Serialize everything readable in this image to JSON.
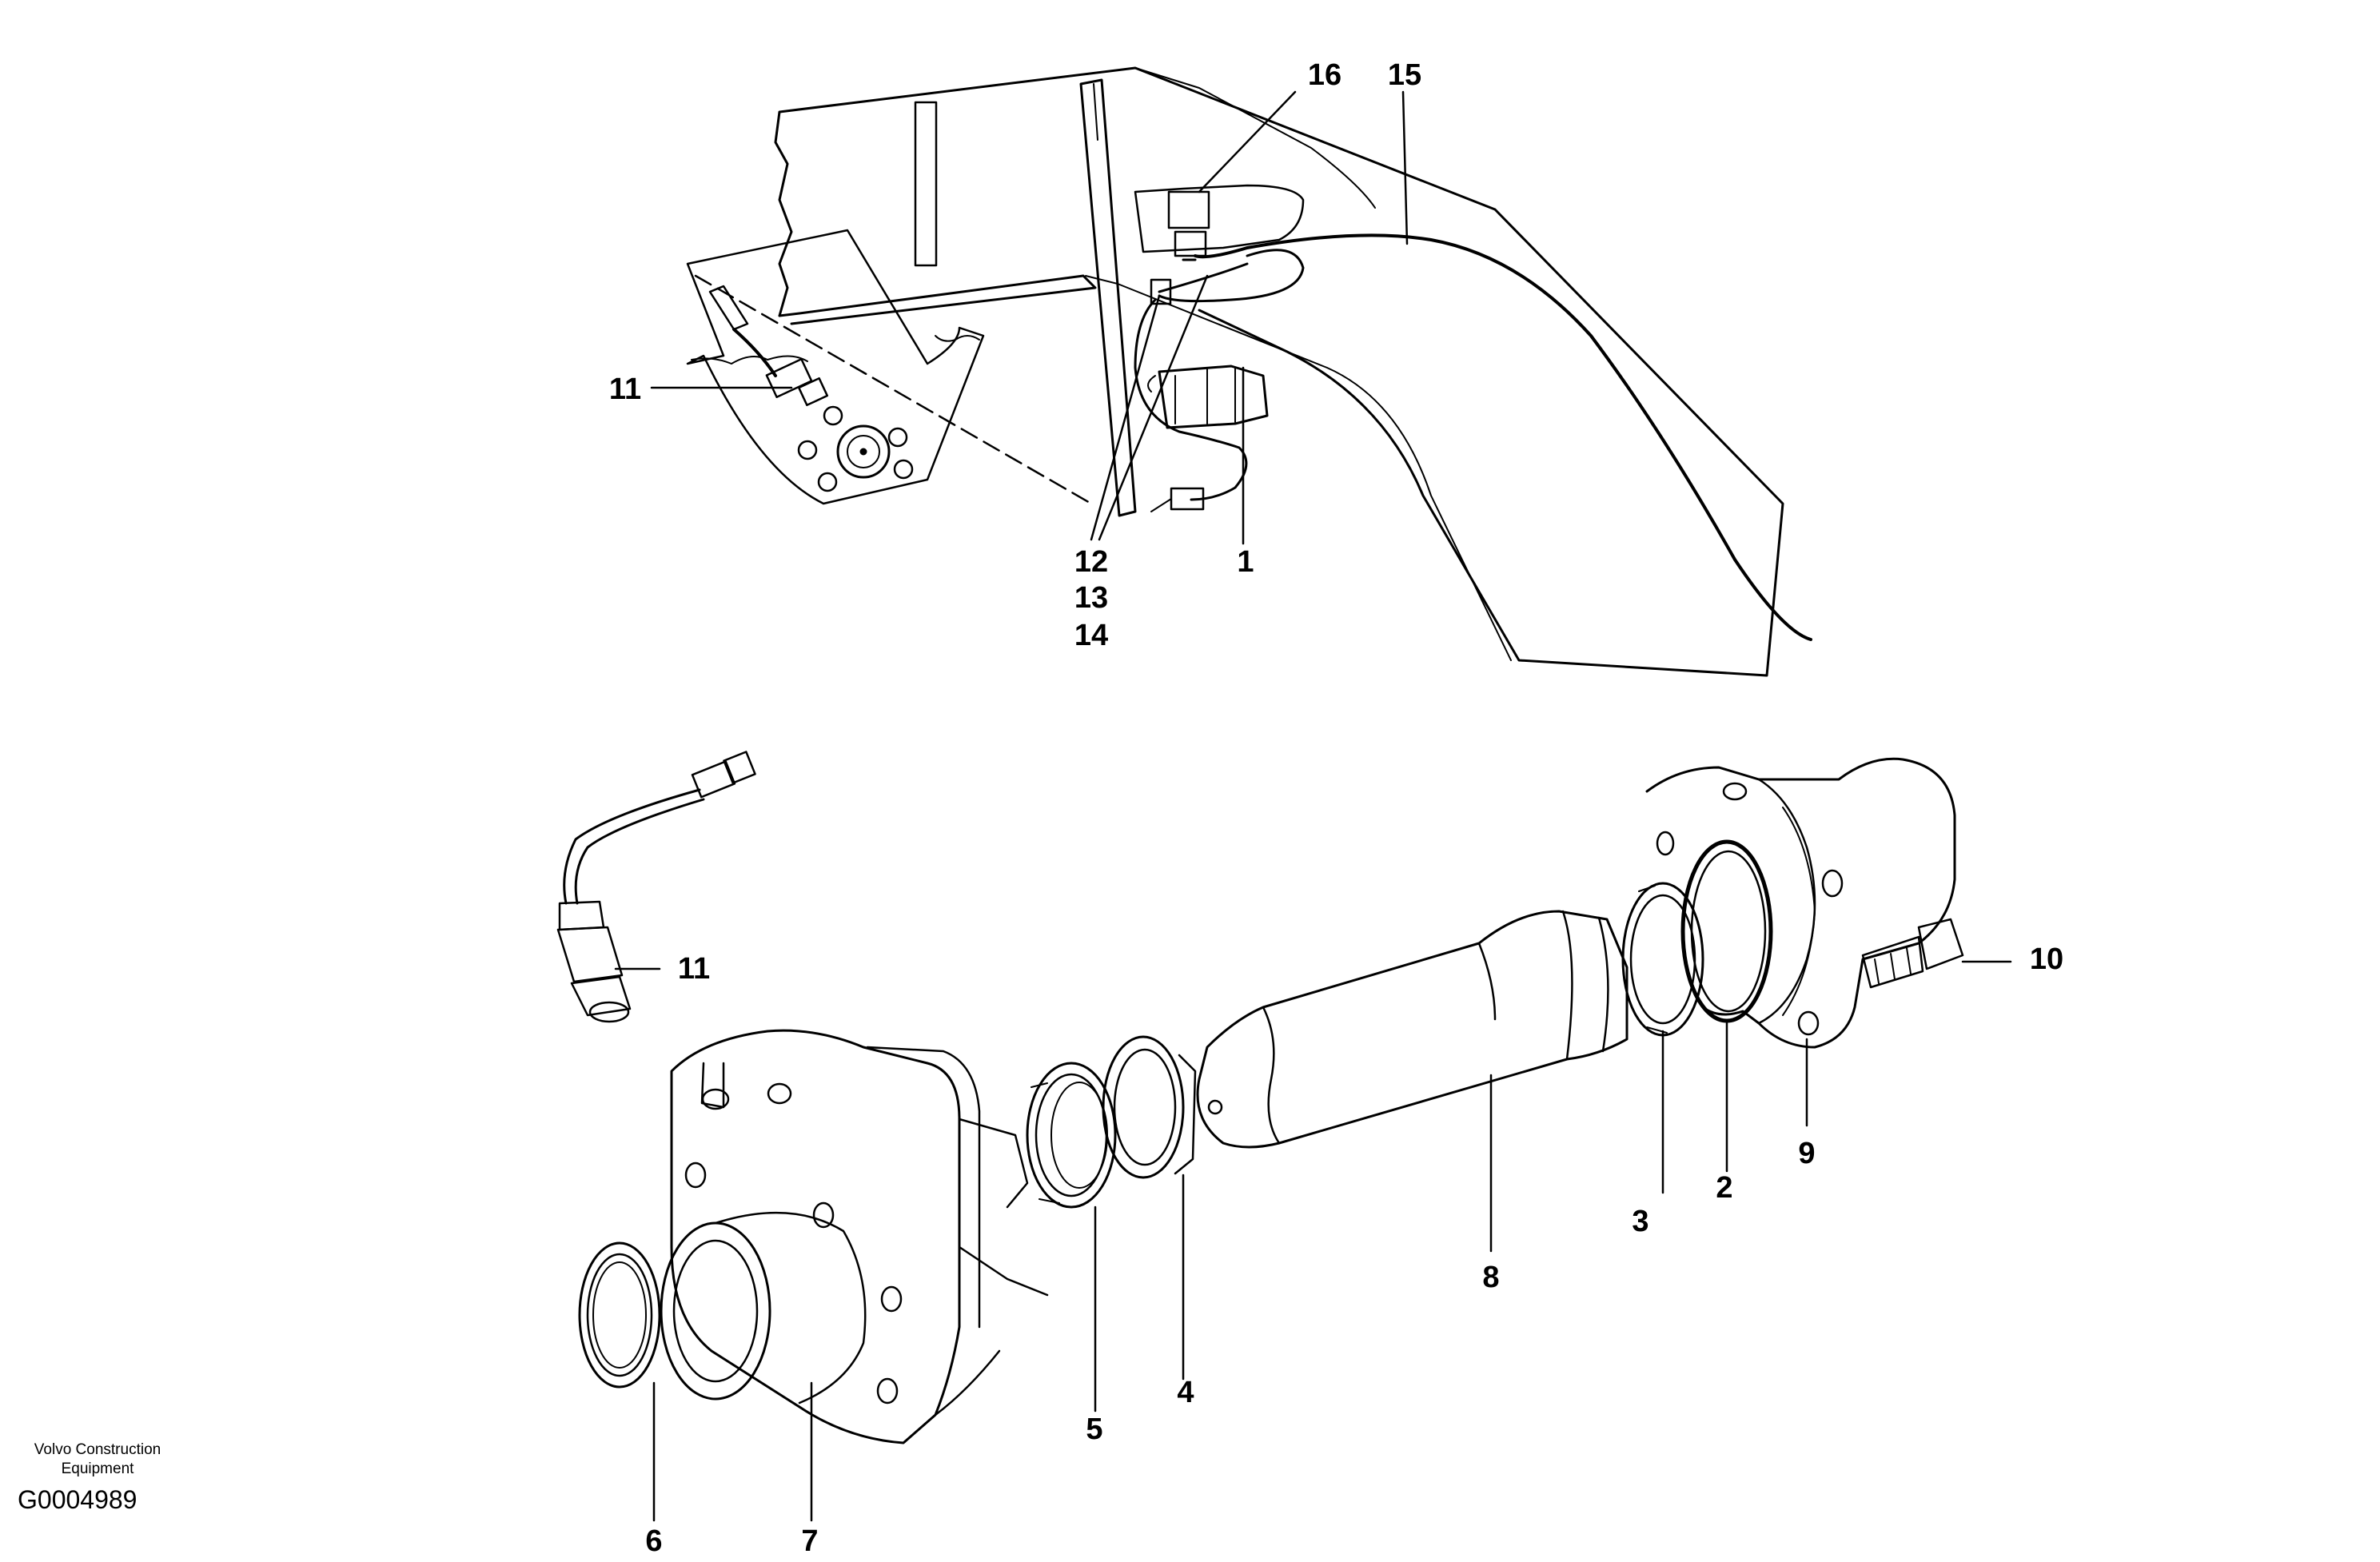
{
  "callouts": {
    "c16": "16",
    "c15": "15",
    "c11_top": "11",
    "c12": "12",
    "c13": "13",
    "c14": "14",
    "c1": "1",
    "c11_mid": "11",
    "c10": "10",
    "c9": "9",
    "c2": "2",
    "c3": "3",
    "c8": "8",
    "c4": "4",
    "c5": "5",
    "c6": "6",
    "c7": "7"
  },
  "footer": {
    "company_line1": "Volvo Construction",
    "company_line2": "Equipment",
    "drawing_code": "G0004989"
  },
  "colors": {
    "line": "#000000",
    "background": "#ffffff"
  },
  "icons": [
    "speed-sensor-icon",
    "hub-icon",
    "shaft-icon",
    "bearing-housing-icon",
    "bolt-icon"
  ]
}
